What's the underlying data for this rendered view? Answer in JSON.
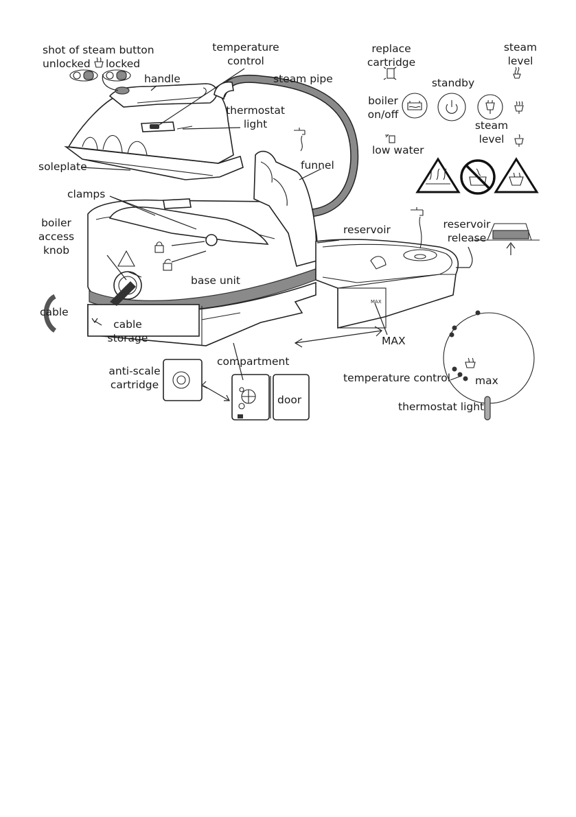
{
  "labels": {
    "shot_of_steam_button": "shot of steam button",
    "unlocked": "unlocked",
    "locked": "locked",
    "temperature_control_l1": "temperature",
    "temperature_control_l2": "control",
    "handle": "handle",
    "steam_pipe": "steam pipe",
    "thermostat_light_l1": "thermostat",
    "thermostat_light_l2": "light",
    "soleplate": "soleplate",
    "funnel": "funnel",
    "clamps": "clamps",
    "boiler_access_knob_l1": "boiler",
    "boiler_access_knob_l2": "access",
    "boiler_access_knob_l3": "knob",
    "reservoir": "reservoir",
    "base_unit": "base unit",
    "cable": "cable",
    "cable_storage_l1": "cable",
    "cable_storage_l2": "storage",
    "anti_scale_l1": "anti-scale",
    "anti_scale_l2": "cartridge",
    "compartment": "compartment",
    "door": "door",
    "max_mark": "MAX",
    "max_small": "MAX",
    "reservoir_release_l1": "reservoir",
    "reservoir_release_l2": "release"
  },
  "panel": {
    "replace_cartridge_l1": "replace",
    "replace_cartridge_l2": "cartridge",
    "steam_level_top_l1": "steam",
    "steam_level_top_l2": "level",
    "standby": "standby",
    "boiler_onoff_l1": "boiler",
    "boiler_onoff_l2": "on/off",
    "steam_level_l1": "steam",
    "steam_level_l2": "level",
    "low_water": "low water"
  },
  "dial": {
    "temperature_control": "temperature control",
    "max": "max",
    "thermostat_light": "thermostat light"
  },
  "icons": [
    "steam-icon",
    "padlock-icon",
    "tap-icon",
    "power-icon",
    "boiler-icon",
    "cartridge-icon",
    "hot-surface-warning-icon",
    "no-water-bath-icon",
    "steam-warning-icon",
    "arrow-icon"
  ]
}
